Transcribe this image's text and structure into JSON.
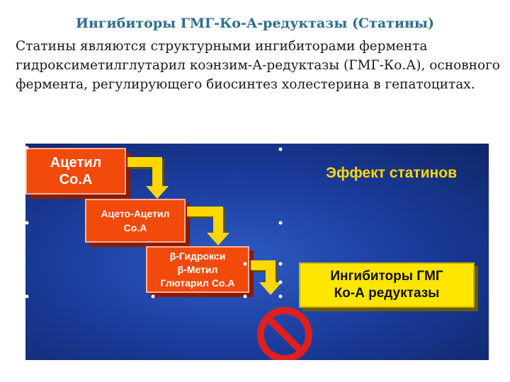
{
  "title": "Ингибиторы ГМГ-Ко-А-редуктазы (Статины)",
  "paragraph": "Статины являются структурными ингибиторами фермента гидроксиметилглутарил коэнзим-А-редуктазы (ГМГ-Ко.А), основного фермента, регулирующего биосинтез холестерина в гепатоцитах.",
  "diagram": {
    "step1": [
      "Ацетил",
      "Co.A"
    ],
    "step2": [
      "Ацето-Ацетил",
      "Co.A"
    ],
    "step3": [
      "β-Гидрокси",
      "β-Метил",
      "Глютарил Co.A"
    ],
    "effect_label": "Эффект статинов",
    "inhibitor": [
      "Ингибиторы ГМГ",
      "Ко-А редуктазы"
    ]
  },
  "colors": {
    "step_box": "#f24a0a",
    "arrow": "#ffd700",
    "inhibitor_box": "#ffe600",
    "background": "#1b3c9c",
    "no_sign": "#e0201e"
  },
  "icons": [
    "bent-arrow-icon",
    "no-sign-icon"
  ]
}
